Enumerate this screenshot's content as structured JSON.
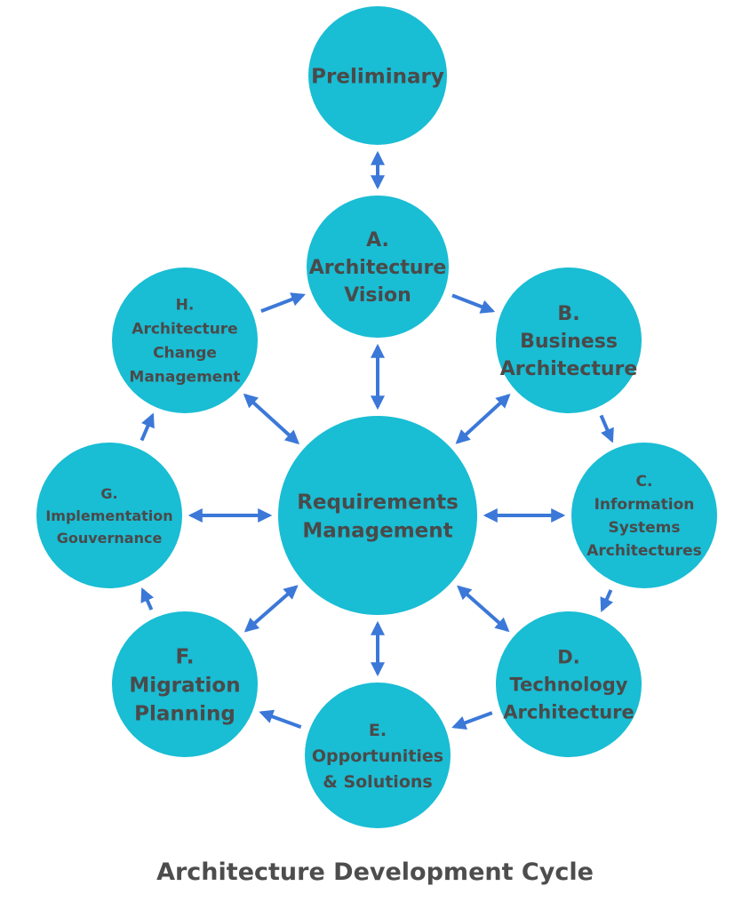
{
  "colors": {
    "node": "#19bdd4",
    "text": "#4a4a4a",
    "arrow": "#3b78d8",
    "caption": "#4d4d4d"
  },
  "caption": "Architecture Development Cycle",
  "nodes": [
    {
      "id": "preliminary",
      "lines": [
        "Preliminary"
      ]
    },
    {
      "id": "vision",
      "lines": [
        "A.",
        "Architecture",
        "Vision"
      ]
    },
    {
      "id": "business",
      "lines": [
        "B.",
        "Business",
        "Architecture"
      ]
    },
    {
      "id": "information",
      "lines": [
        "C.",
        "Information",
        "Systems",
        "Architectures"
      ]
    },
    {
      "id": "technology",
      "lines": [
        "D.",
        "Technology",
        "Architecture"
      ]
    },
    {
      "id": "opportunities",
      "lines": [
        "E.",
        "Opportunities",
        "& Solutions"
      ]
    },
    {
      "id": "migration",
      "lines": [
        "F.",
        "Migration",
        "Planning"
      ]
    },
    {
      "id": "implementation",
      "lines": [
        "G.",
        "Implementation",
        "Gouvernance"
      ]
    },
    {
      "id": "change",
      "lines": [
        "H.",
        "Architecture",
        "Change",
        "Management"
      ]
    },
    {
      "id": "requirements",
      "lines": [
        "Requirements",
        "Management"
      ]
    }
  ],
  "edges": [
    {
      "from": "preliminary",
      "to": "vision",
      "both": true
    },
    {
      "from": "vision",
      "to": "business",
      "both": false
    },
    {
      "from": "business",
      "to": "information",
      "both": false
    },
    {
      "from": "information",
      "to": "technology",
      "both": false
    },
    {
      "from": "technology",
      "to": "opportunities",
      "both": false
    },
    {
      "from": "opportunities",
      "to": "migration",
      "both": false
    },
    {
      "from": "migration",
      "to": "implementation",
      "both": false
    },
    {
      "from": "implementation",
      "to": "change",
      "both": false
    },
    {
      "from": "change",
      "to": "vision",
      "both": false
    },
    {
      "from": "requirements",
      "to": "vision",
      "both": true
    },
    {
      "from": "requirements",
      "to": "business",
      "both": true
    },
    {
      "from": "requirements",
      "to": "information",
      "both": true
    },
    {
      "from": "requirements",
      "to": "technology",
      "both": true
    },
    {
      "from": "requirements",
      "to": "opportunities",
      "both": true
    },
    {
      "from": "requirements",
      "to": "migration",
      "both": true
    },
    {
      "from": "requirements",
      "to": "implementation",
      "both": true
    },
    {
      "from": "requirements",
      "to": "change",
      "both": true
    }
  ]
}
